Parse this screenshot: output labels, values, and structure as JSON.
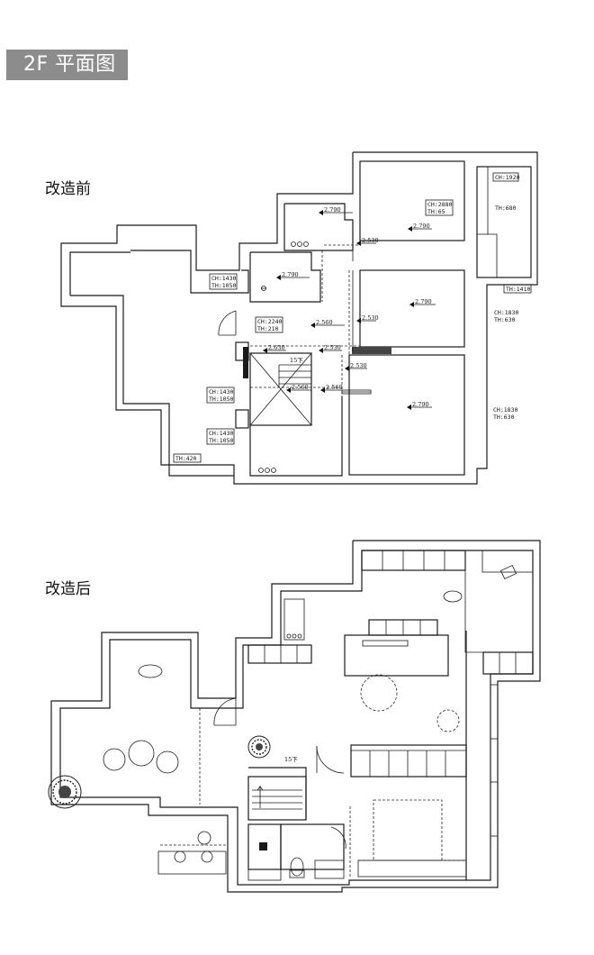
{
  "title": "2F 平面图",
  "before": {
    "label": "改造前",
    "tags": [
      {
        "lines": [
          "CH:2880",
          "TH:65"
        ]
      },
      {
        "lines": [
          "CH:1920"
        ]
      },
      {
        "lines": [
          "TH:680"
        ]
      },
      {
        "lines": [
          "TH:1410"
        ]
      },
      {
        "lines": [
          "CH:1430",
          "TH:1050"
        ]
      },
      {
        "lines": [
          "CH:2240",
          "TH:210"
        ]
      },
      {
        "lines": [
          "CH:1830",
          "TH:630"
        ]
      },
      {
        "lines": [
          "CH:1430",
          "TH:1050"
        ]
      },
      {
        "lines": [
          "CH:1830",
          "TH:630"
        ]
      },
      {
        "lines": [
          "CH:1430",
          "TH:1050"
        ]
      },
      {
        "lines": [
          "TH:420"
        ]
      }
    ],
    "levels": [
      "2.790",
      "2.790",
      "2.530",
      "2.790",
      "2.790",
      "2.560",
      "2.530",
      "2.630",
      "2.530",
      "2.530",
      "2.560",
      "2.560",
      "2.790"
    ],
    "stair_label": "15下"
  },
  "after": {
    "label": "改造后",
    "stair_label": "15下"
  }
}
